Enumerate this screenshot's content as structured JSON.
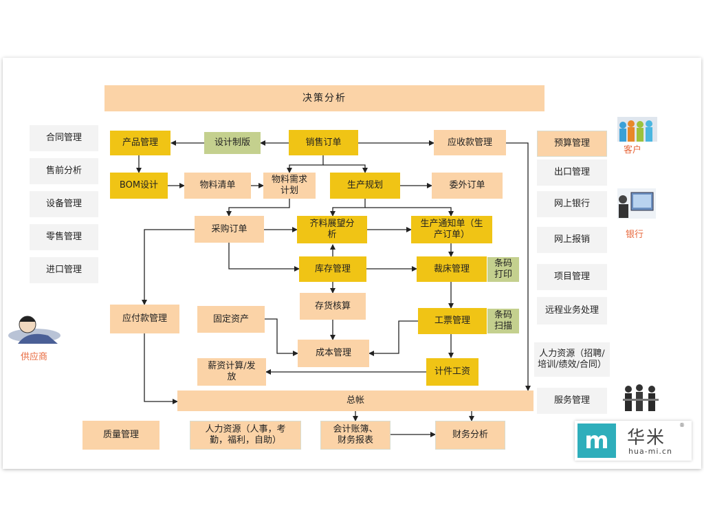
{
  "title": "决策分析",
  "left_side": [
    "合同管理",
    "售前分析",
    "设备管理",
    "零售管理",
    "进口管理"
  ],
  "right_side": [
    "预算管理",
    "出口管理",
    "网上银行",
    "网上报销",
    "项目管理",
    "远程业务处理",
    "人力资源（招聘/培训/绩效/合同）",
    "服务管理"
  ],
  "flow": {
    "product_mgmt": "产品管理",
    "design_plate": "设计制版",
    "sales_order": "销售订单",
    "receivable": "应收款管理",
    "bom_design": "BOM设计",
    "material_list": "物料清单",
    "material_demand": "物料需求计划",
    "production_plan": "生产规划",
    "outsource_order": "委外订单",
    "purchase_order": "采购订单",
    "kitting_analysis": "齐料展望分析",
    "prod_notice": "生产通知单（生产订单）",
    "inventory_mgmt": "库存管理",
    "cutting_mgmt": "裁床管理",
    "barcode_print": "条码打印",
    "payable": "应付款管理",
    "fixed_assets": "固定资产",
    "inventory_acct": "存货核算",
    "ticket_mgmt": "工票管理",
    "barcode_scan": "条码扫描",
    "cost_mgmt": "成本管理",
    "salary": "薪资计算/发放",
    "piece_wage": "计件工资",
    "ledger": "总帐",
    "quality_mgmt": "质量管理",
    "hr_main": "人力资源（人事，考勤，福利，自助）",
    "accounting": "会计账簿、财务报表",
    "finance_analysis": "财务分析"
  },
  "parties": {
    "customer": "客户",
    "bank": "银行",
    "supplier": "供应商"
  },
  "logo": {
    "mark": "m",
    "cn": "华米",
    "url": "hua-mi.cn",
    "reg": "®"
  }
}
